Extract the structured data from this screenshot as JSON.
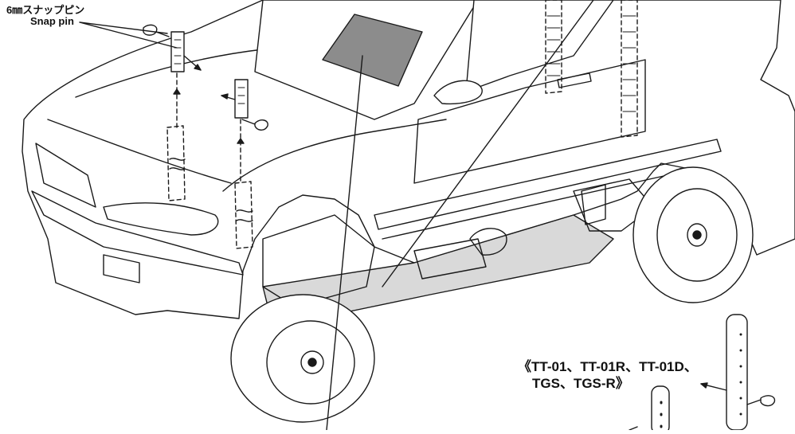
{
  "labels": {
    "snap_pin_jp": "6㎜スナップピン",
    "snap_pin_en": "Snap pin",
    "models_line1": "《TT-01、TT-01R、TT-01D、",
    "models_line2": "TGS、TGS-R》"
  },
  "colors": {
    "ink": "#1a1a1a",
    "window_fill": "#8c8c8c",
    "body_fill": "#ffffff",
    "shadow_fill": "#d9d9d9"
  }
}
